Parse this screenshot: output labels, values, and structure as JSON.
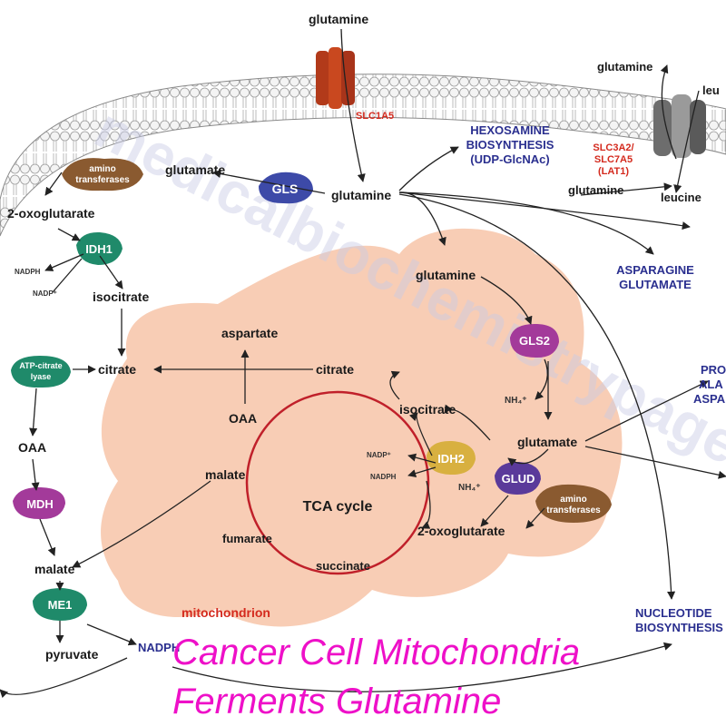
{
  "watermark": "medicalbiochemistrypage.org",
  "title": {
    "line1": "Cancer Cell Mitochondria",
    "line2": "Ferments Glutamine"
  },
  "colors": {
    "title": "#ee10c8",
    "pathway_blue": "#2a2f8f",
    "transporter_red": "#d42a1e",
    "mitochondrion_fill": "#f8cdb5",
    "tca_circle": "#c0202a"
  },
  "metabolites": {
    "glutamine_outside": "glutamine",
    "glutamine_cyto": "glutamine",
    "glutamate_cyto": "glutamate",
    "oxoglutarate_cyto": "2-oxoglutarate",
    "isocitrate_cyto": "isocitrate",
    "citrate_cyto": "citrate",
    "oaa_cyto": "OAA",
    "malate_cyto": "malate",
    "pyruvate": "pyruvate",
    "nadph_cyto": "NADPH",
    "nadph_small": "NADPH",
    "nadp_small": "NADP⁺",
    "glutamine_mito": "glutamine",
    "nh4_1": "NH₄⁺",
    "glutamate_mito": "glutamate",
    "nh4_2": "NH₄⁺",
    "oxoglutarate_mito": "2-oxoglutarate",
    "isocitrate_mito": "isocitrate",
    "citrate_mito": "citrate",
    "aspartate": "aspartate",
    "oaa_mito": "OAA",
    "malate_mito": "malate",
    "fumarate": "fumarate",
    "succinate": "succinate",
    "nadp_mito": "NADP⁺",
    "nadph_mito": "NADPH",
    "glutamine_lat1_top": "glutamine",
    "glutamine_lat1_bottom": "glutamine",
    "leucine_top": "leu",
    "leucine_bottom": "leucine"
  },
  "enzymes": {
    "gls": "GLS",
    "amino_transferases_cyto_1": "amino",
    "amino_transferases_cyto_2": "transferases",
    "idh1": "IDH1",
    "atp_citrate_lyase_1": "ATP-citrate",
    "atp_citrate_lyase_2": "lyase",
    "mdh": "MDH",
    "me1": "ME1",
    "gls2": "GLS2",
    "idh2": "IDH2",
    "glud": "GLUD",
    "amino_transferases_mito_1": "amino",
    "amino_transferases_mito_2": "transferases"
  },
  "transporters": {
    "slc1a5": "SLC1A5",
    "slc3a2_1": "SLC3A2/",
    "slc3a2_2": "SLC7A5",
    "slc3a2_3": "(LAT1)"
  },
  "pathways": {
    "hexosamine_1": "HEXOSAMINE",
    "hexosamine_2": "BIOSYNTHESIS",
    "hexosamine_3": "(UDP-GlcNAc)",
    "asparagine_1": "ASPARAGINE",
    "asparagine_2": "GLUTAMATE",
    "pro_1": "PRO",
    "pro_2": "ALA",
    "pro_3": "ASPA",
    "nucleotide_1": "NUCLEOTIDE",
    "nucleotide_2": "BIOSYNTHESIS"
  },
  "compartments": {
    "tca_cycle": "TCA cycle",
    "mitochondrion": "mitochondrion"
  }
}
